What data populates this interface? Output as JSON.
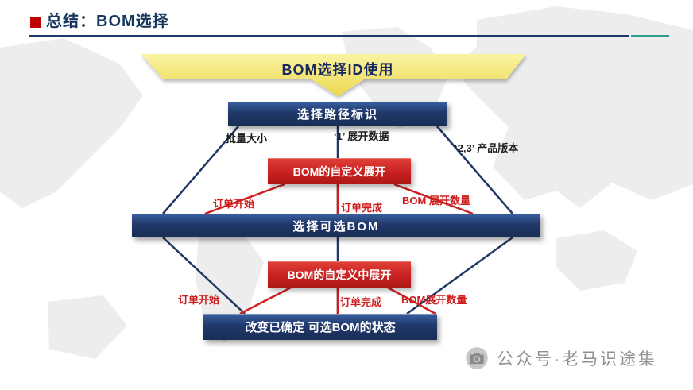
{
  "slide": {
    "title": "总结：BOM选择",
    "banner": "BOM选择ID使用"
  },
  "diagram": {
    "nodes": {
      "path_id": "选择路径标识",
      "custom_expand": "BOM的自定义展开",
      "select_optional_bom": "选择可选BOM",
      "custom_mid_expand": "BOM的自定义中展开",
      "change_status": "改变已确定 可选BOM的状态"
    },
    "branch_labels": {
      "batch_size": "批量大小",
      "expand_data": "‘1’ 展开数据",
      "product_version": "‘2,3’ 产品版本"
    },
    "red_labels_top": {
      "order_start": "订单开始",
      "order_done": "订单完成",
      "bom_qty": "BOM 展开数量"
    },
    "red_labels_bottom": {
      "order_start": "订单开始",
      "order_done": "订单完成",
      "bom_qty": "BOM展开数量"
    }
  },
  "watermark": {
    "icon": "camera-icon",
    "text": "公众号·老马识途集"
  },
  "colors": {
    "navy": "#1f3864",
    "red": "#c9211d",
    "banner_yellow": "#f2e06b",
    "teal": "#2a9d8f",
    "map_gray": "#dcdcdc"
  }
}
